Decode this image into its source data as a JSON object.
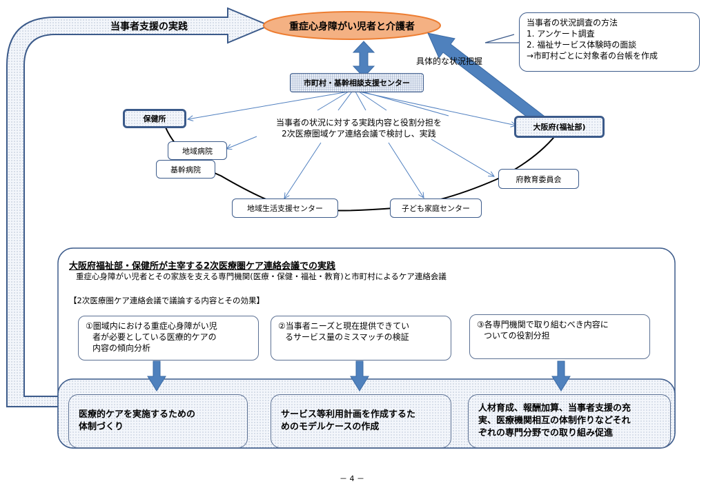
{
  "top_arrow": {
    "label": "当事者支援の実践"
  },
  "ellipse": {
    "label": "重症心身障がい児者と介護者",
    "fill": "#f4b183",
    "stroke": "#ed7d31"
  },
  "municipal_center": {
    "label": "市町村・基幹相談支援センター"
  },
  "grasp_label": "具体的な状況把握",
  "callout": {
    "lines": [
      "当事者の状況調査の方法",
      "1. アンケート調査",
      "2. 福祉サービス体験時の面談",
      "→市町村ごとに対象者の台帳を作成"
    ]
  },
  "center_text": {
    "lines": [
      "当事者の状況に対する実践内容と役割分担を",
      "2次医療圏域ケア連絡会議で検討し、実践"
    ]
  },
  "nodes": {
    "health_center": "保健所",
    "osaka_pref": "大阪府(福祉部)",
    "regional_hospital": "地域病院",
    "core_hospital": "基幹病院",
    "life_support_center": "地域生活支援センター",
    "child_family_center": "子ども家庭センター",
    "pref_education_board": "府教育委員会"
  },
  "panel": {
    "title": "大阪府福祉部・保健所が主宰する2次医療圏ケア連絡会議での実践",
    "subtitle": "重症心身障がい児者とその家族を支える専門機関(医療・保健・福祉・教育)と市町村によるケア連絡会議",
    "section_heading": "【2次医療圏ケア連絡会議で議論する内容とその効果】",
    "items": [
      {
        "lines": [
          "①圏域内における重症心身障がい児",
          "者が必要としている医療的ケアの",
          "内容の傾向分析"
        ]
      },
      {
        "lines": [
          "②当事者ニーズと現在提供できてい",
          "るサービス量のミスマッチの検証"
        ]
      },
      {
        "lines": [
          "③各専門機関で取り組むべき内容に",
          "ついての役割分担"
        ]
      }
    ],
    "results": [
      {
        "lines": [
          "医療的ケアを実施するための",
          "体制づくり"
        ]
      },
      {
        "lines": [
          "サービス等利用計画を作成するた",
          "めのモデルケースの作成"
        ]
      },
      {
        "lines": [
          "人材育成、報酬加算、当事者支援の充",
          "実、医療機関相互の体制作りなどそれ",
          "ぞれの専門分野での取り組み促進"
        ]
      }
    ]
  },
  "page_number": "－ 4 －",
  "colors": {
    "arrow_blue": "#4f81bd",
    "line_blue": "#4f7fbf",
    "border": "#3b5a8a"
  }
}
